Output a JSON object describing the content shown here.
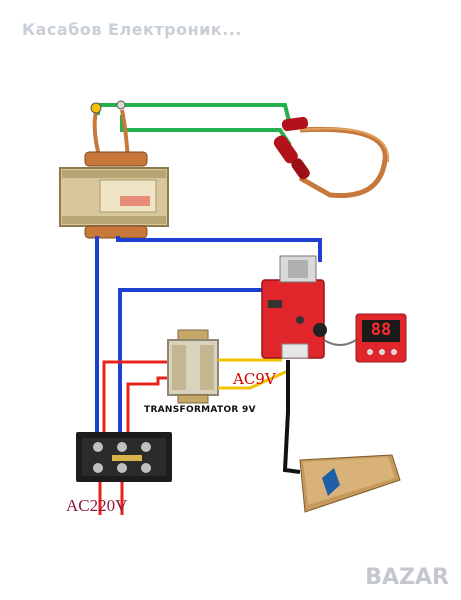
{
  "watermark": "Касабов Електроник...",
  "marketplace_logo": "BAZAR",
  "labels": {
    "ac9v": "AC9V",
    "transformer": "TRANSFORMATOR 9V",
    "mains": "AC220V"
  },
  "display_digits": "88",
  "colors": {
    "wire_blue": "#1f3fd0",
    "wire_red": "#e8231d",
    "wire_green": "#22b14c",
    "wire_yellow": "#f2c200",
    "wire_black": "#111111",
    "copper": "#c8783a",
    "board_red": "#e0262b",
    "pedal_tan": "#d9b27a"
  },
  "icons": [
    "transformer-icon",
    "control-board-icon",
    "display-module-icon",
    "terminal-block-icon",
    "foot-pedal-icon",
    "welding-pen-icon"
  ]
}
